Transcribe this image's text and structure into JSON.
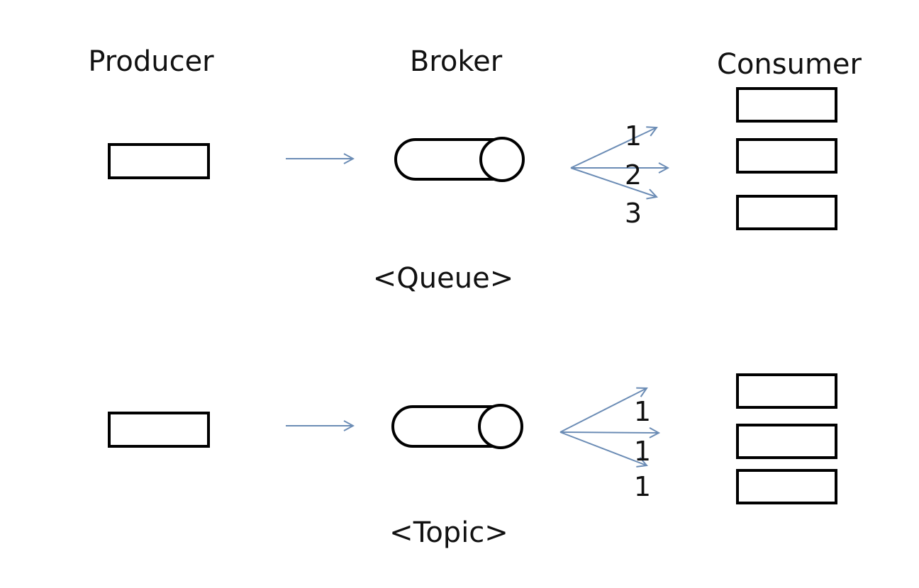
{
  "headers": {
    "producer": "Producer",
    "broker": "Broker",
    "consumer": "Consumer"
  },
  "queue": {
    "caption": "<Queue>",
    "numbers": [
      "1",
      "2",
      "3"
    ]
  },
  "topic": {
    "caption": "<Topic>",
    "numbers": [
      "1",
      "1",
      "1"
    ]
  },
  "colors": {
    "arrow": "#6b8cb5",
    "outline": "#000000"
  }
}
